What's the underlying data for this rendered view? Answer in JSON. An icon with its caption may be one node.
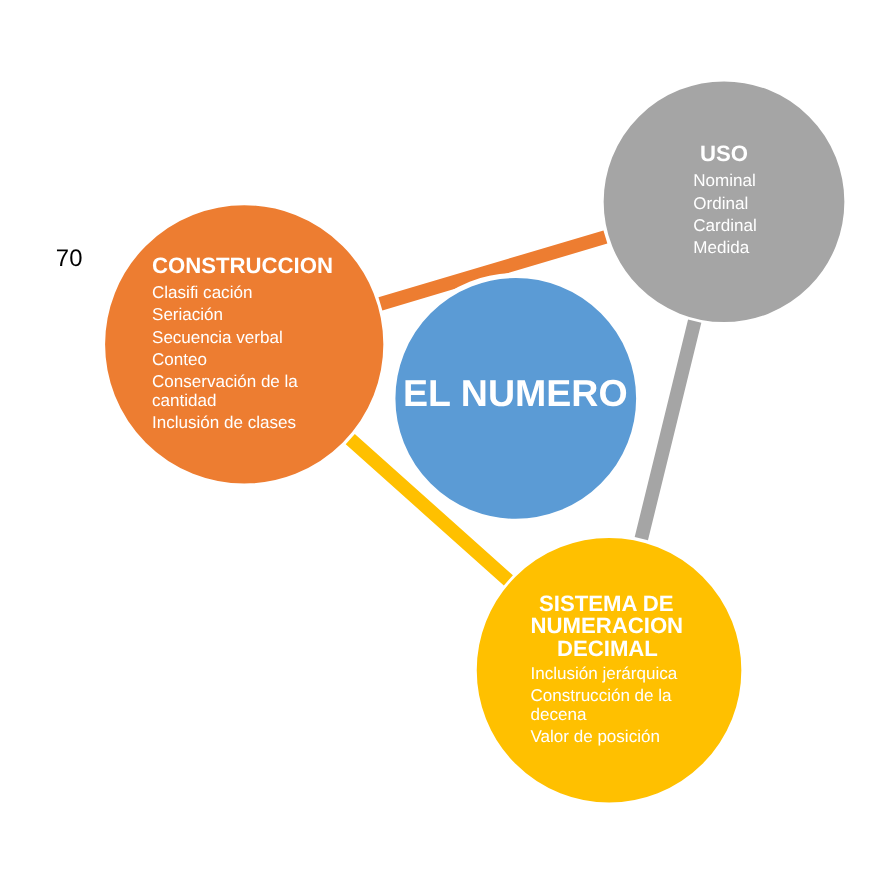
{
  "diagram": {
    "nodes": [
      {
        "text": [
          "CONSTRUCCION",
          "Clasifi cación",
          "Seriación",
          "Secuencia verbal",
          "Conteo",
          "Conservación de la cantidad",
          "Inclusión de clases"
        ]
      },
      {
        "text": [
          "EL NUMERO"
        ]
      },
      {
        "text": [
          "SISTEMA DE NUMERACION DECIMAL",
          "Inclusión jerárquica",
          "Construcción de la decena",
          "Valor de posición"
        ]
      },
      {
        "text": [
          "USO",
          "Nominal",
          "Ordinal",
          "Cardinal",
          "Medida"
        ]
      }
    ],
    "edges": [
      {
        "from": 0,
        "to": 3,
        "arrow": "none",
        "color": "#ed7d31"
      },
      {
        "from": 3,
        "to": 2,
        "arrow": "none",
        "color": "#a5a5a5"
      },
      {
        "from": 2,
        "to": 0,
        "arrow": "none",
        "color": "#ffc000"
      }
    ],
    "labels": [
      "70"
    ]
  }
}
